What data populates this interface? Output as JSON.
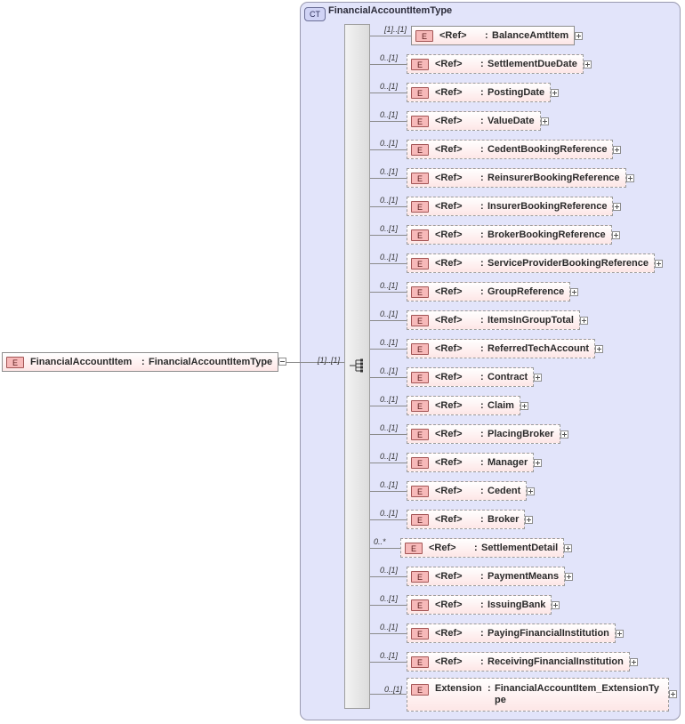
{
  "complex_type": {
    "badge": "CT",
    "name": "FinancialAccountItemType"
  },
  "root_element": {
    "badge": "E",
    "name": "FinancialAccountItem",
    "separator": ":",
    "type": "FinancialAccountItemType",
    "multiplicity": "[1]..[1]"
  },
  "children": [
    {
      "multiplicity": "[1]..[1]",
      "ref": "<Ref>",
      "name": "BalanceAmtItem",
      "required": true
    },
    {
      "multiplicity": "0..[1]",
      "ref": "<Ref>",
      "name": "SettlementDueDate",
      "required": false
    },
    {
      "multiplicity": "0..[1]",
      "ref": "<Ref>",
      "name": "PostingDate",
      "required": false
    },
    {
      "multiplicity": "0..[1]",
      "ref": "<Ref>",
      "name": "ValueDate",
      "required": false
    },
    {
      "multiplicity": "0..[1]",
      "ref": "<Ref>",
      "name": "CedentBookingReference",
      "required": false
    },
    {
      "multiplicity": "0..[1]",
      "ref": "<Ref>",
      "name": "ReinsurerBookingReference",
      "required": false
    },
    {
      "multiplicity": "0..[1]",
      "ref": "<Ref>",
      "name": "InsurerBookingReference",
      "required": false
    },
    {
      "multiplicity": "0..[1]",
      "ref": "<Ref>",
      "name": "BrokerBookingReference",
      "required": false
    },
    {
      "multiplicity": "0..[1]",
      "ref": "<Ref>",
      "name": "ServiceProviderBookingReference",
      "required": false
    },
    {
      "multiplicity": "0..[1]",
      "ref": "<Ref>",
      "name": "GroupReference",
      "required": false
    },
    {
      "multiplicity": "0..[1]",
      "ref": "<Ref>",
      "name": "ItemsInGroupTotal",
      "required": false
    },
    {
      "multiplicity": "0..[1]",
      "ref": "<Ref>",
      "name": "ReferredTechAccount",
      "required": false
    },
    {
      "multiplicity": "0..[1]",
      "ref": "<Ref>",
      "name": "Contract",
      "required": false
    },
    {
      "multiplicity": "0..[1]",
      "ref": "<Ref>",
      "name": "Claim",
      "required": false
    },
    {
      "multiplicity": "0..[1]",
      "ref": "<Ref>",
      "name": "PlacingBroker",
      "required": false
    },
    {
      "multiplicity": "0..[1]",
      "ref": "<Ref>",
      "name": "Manager",
      "required": false
    },
    {
      "multiplicity": "0..[1]",
      "ref": "<Ref>",
      "name": "Cedent",
      "required": false
    },
    {
      "multiplicity": "0..[1]",
      "ref": "<Ref>",
      "name": "Broker",
      "required": false
    },
    {
      "multiplicity": "0..*",
      "ref": "<Ref>",
      "name": "SettlementDetail",
      "required": false
    },
    {
      "multiplicity": "0..[1]",
      "ref": "<Ref>",
      "name": "PaymentMeans",
      "required": false
    },
    {
      "multiplicity": "0..[1]",
      "ref": "<Ref>",
      "name": "IssuingBank",
      "required": false
    },
    {
      "multiplicity": "0..[1]",
      "ref": "<Ref>",
      "name": "PayingFinancialInstitution",
      "required": false
    },
    {
      "multiplicity": "0..[1]",
      "ref": "<Ref>",
      "name": "ReceivingFinancialInstitution",
      "required": false
    }
  ],
  "extension": {
    "multiplicity": "0..[1]",
    "badge": "E",
    "name": "Extension",
    "separator": ":",
    "type_line1": "FinancialAccountItem_ExtensionTy",
    "type_line2": "pe"
  },
  "badge_label": "E",
  "separator": ":"
}
